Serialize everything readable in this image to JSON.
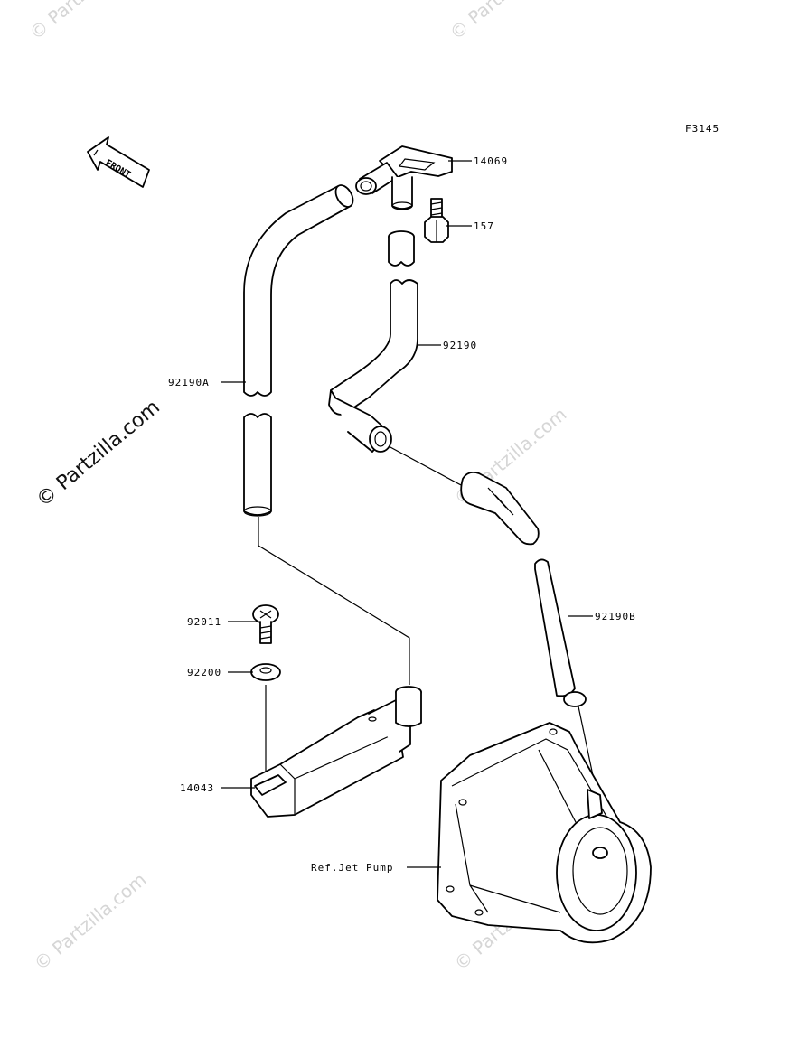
{
  "figure_code": "F3145",
  "front_arrow_text": "FRONT",
  "watermark_main": "© Partzilla.com",
  "watermark_faint": "© Partzilla.com",
  "callouts": {
    "p14069": "14069",
    "p157": "157",
    "p92190": "92190",
    "p92190a": "92190A",
    "p92190b": "92190B",
    "p92011": "92011",
    "p92200": "92200",
    "p14043": "14043",
    "ref_jet_pump": "Ref.Jet Pump"
  }
}
